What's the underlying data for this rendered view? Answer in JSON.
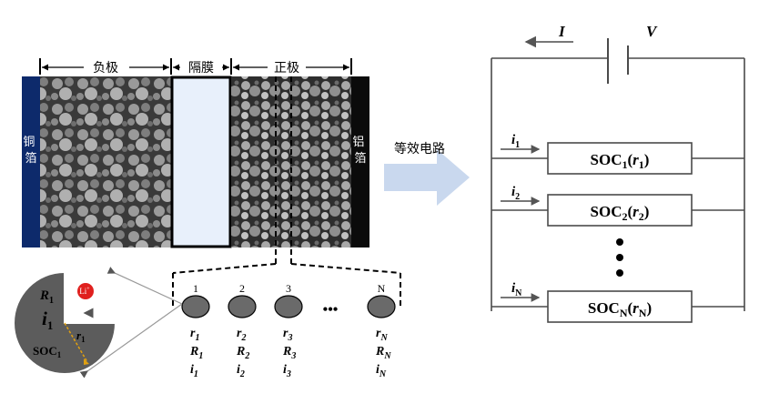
{
  "electrode": {
    "anode_label": "负极",
    "separator_label": "隔膜",
    "cathode_label": "正极",
    "cu_foil_label": "铜箔",
    "al_foil_label": "铝箔",
    "colors": {
      "cu_foil": "#0d2a6b",
      "separator_fill": "#e8f0fb",
      "al_foil": "#0b0b0b"
    }
  },
  "particle_detail": {
    "R_label": "R",
    "R_sub": "1",
    "i_label": "i",
    "i_sub": "1",
    "r_label": "r",
    "r_sub": "1",
    "soc_label": "SOC",
    "soc_sub": "1",
    "li_badge": "Li",
    "li_sup": "+",
    "colors": {
      "particle": "#5c5c5c",
      "li_badge": "#e0201e",
      "radius_line": "#e0a010"
    }
  },
  "particle_chain": [
    {
      "index": "1",
      "r": "1",
      "R": "1",
      "i": "1"
    },
    {
      "index": "2",
      "r": "2",
      "R": "2",
      "i": "2"
    },
    {
      "index": "3",
      "r": "3",
      "R": "3",
      "i": "3"
    },
    {
      "index": "N",
      "r": "N",
      "R": "N",
      "i": "N"
    }
  ],
  "chain_ellipsis": "•••",
  "arrow_label": "等效电路",
  "circuit": {
    "current_label": "I",
    "voltage_label": "V",
    "branches": [
      {
        "i_sub": "1",
        "box": "SOC",
        "box_sub": "1",
        "r_sub": "1"
      },
      {
        "i_sub": "2",
        "box": "SOC",
        "box_sub": "2",
        "r_sub": "2"
      },
      {
        "i_sub": "N",
        "box": "SOC",
        "box_sub": "N",
        "r_sub": "N"
      }
    ],
    "colors": {
      "wire": "#4a4a4a",
      "arrow_fill": "#c9d8ee"
    }
  }
}
